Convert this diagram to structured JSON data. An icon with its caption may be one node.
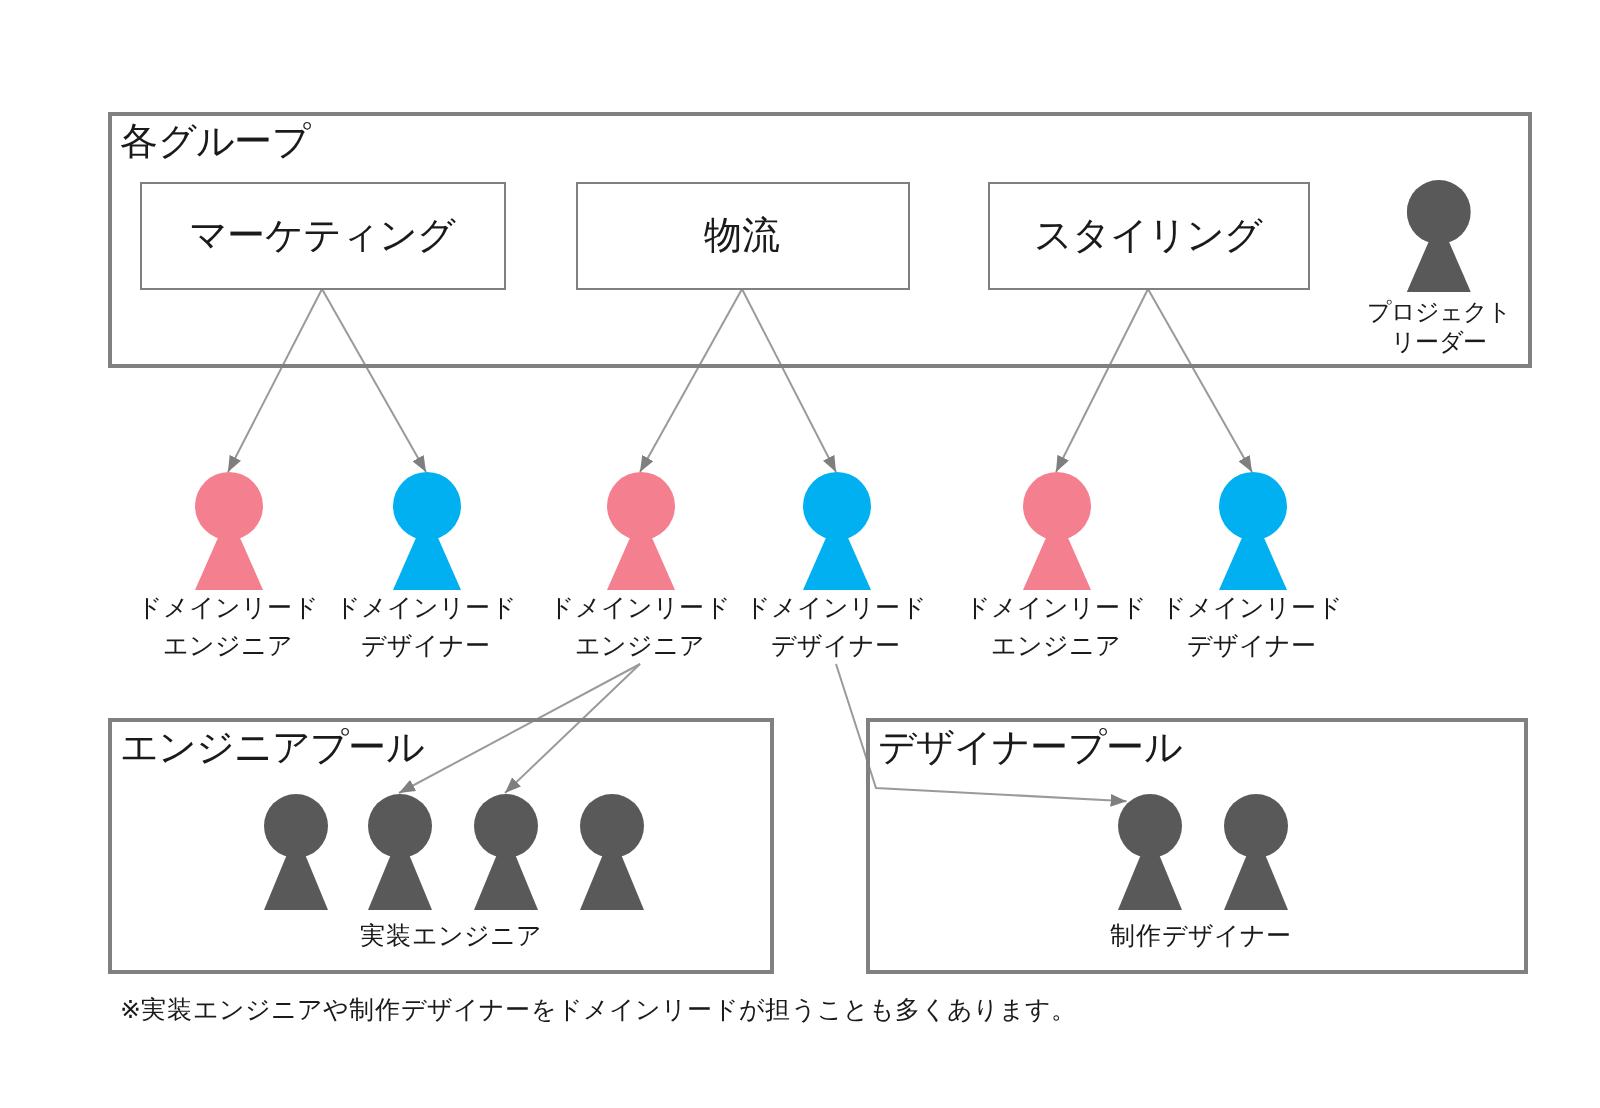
{
  "diagram": {
    "nodes": [
      {
        "text": [
          "各グループ"
        ]
      },
      {
        "text": [
          "マーケティング"
        ],
        "in": 0
      },
      {
        "text": [
          "物流"
        ],
        "in": 0
      },
      {
        "text": [
          "スタイリング"
        ],
        "in": 0
      },
      {
        "text": [],
        "shape": "person",
        "in": 0,
        "beside": [
          "プロジェクトリーダー"
        ]
      },
      {
        "text": [],
        "shape": "person",
        "beside": [
          "ドメインリードエンジニア"
        ]
      },
      {
        "text": [],
        "shape": "person",
        "beside": [
          "ドメインリードデザイナー"
        ]
      },
      {
        "text": [],
        "shape": "person",
        "beside": [
          "ドメインリードエンジニア"
        ]
      },
      {
        "text": [],
        "shape": "person",
        "beside": [
          "ドメインリードデザイナー"
        ]
      },
      {
        "text": [],
        "shape": "person",
        "beside": [
          "ドメインリードエンジニア"
        ]
      },
      {
        "text": [],
        "shape": "person",
        "beside": [
          "ドメインリードデザイナー"
        ]
      },
      {
        "text": [
          "エンジニアプール",
          "実装エンジニア"
        ]
      },
      {
        "text": [],
        "shape": "person",
        "in": 11
      },
      {
        "text": [],
        "shape": "person",
        "in": 11
      },
      {
        "text": [],
        "shape": "person",
        "in": 11
      },
      {
        "text": [],
        "shape": "person",
        "in": 11
      },
      {
        "text": [
          "デザイナープール",
          "制作デザイナー"
        ]
      },
      {
        "text": [],
        "shape": "person",
        "in": 16
      },
      {
        "text": [],
        "shape": "person",
        "in": 16
      }
    ],
    "edges": [
      {
        "from": 1,
        "to": 5,
        "arrow": "to"
      },
      {
        "from": 1,
        "to": 6,
        "arrow": "to"
      },
      {
        "from": 2,
        "to": 7,
        "arrow": "to"
      },
      {
        "from": 2,
        "to": 8,
        "arrow": "to"
      },
      {
        "from": 3,
        "to": 9,
        "arrow": "to"
      },
      {
        "from": 3,
        "to": 10,
        "arrow": "to"
      },
      {
        "from": 7,
        "to": 13,
        "arrow": "to"
      },
      {
        "from": 7,
        "to": 14,
        "arrow": "to"
      },
      {
        "from": 8,
        "to": 17,
        "arrow": "to"
      }
    ],
    "labels": [
      "※実装エンジニアや制作デザイナーをドメインリードが担うことも多くあります。"
    ]
  }
}
